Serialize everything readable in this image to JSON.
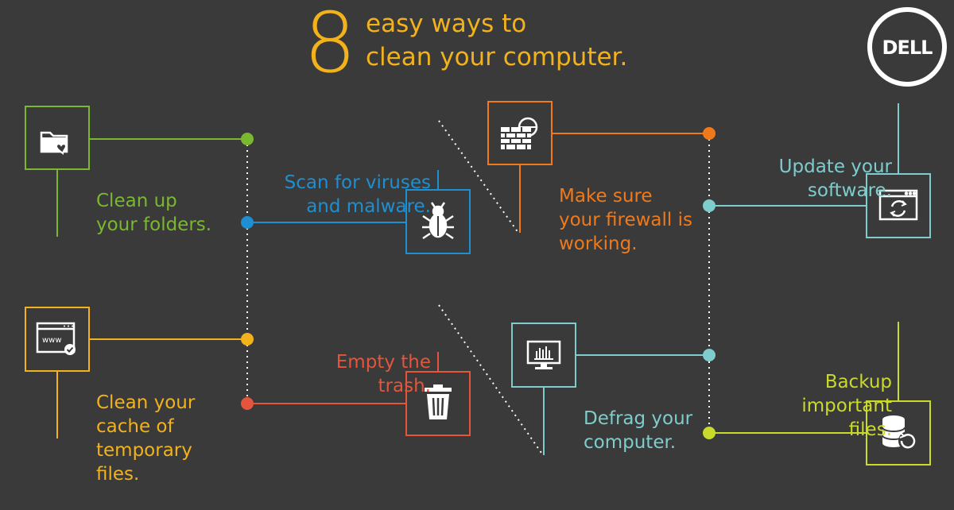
{
  "header": {
    "number": "8",
    "line1": "easy ways to",
    "line2": "clean your computer.",
    "color": "#f2b21b"
  },
  "brand": {
    "logo_text": "DELL"
  },
  "colors": {
    "background": "#3a3a3a",
    "green": "#7ab82f",
    "blue": "#1e8fd0",
    "orange": "#f07a1a",
    "teal": "#7ecccc",
    "yellow": "#f2b21b",
    "red": "#e4553b",
    "lime": "#c9da2a"
  },
  "steps": [
    {
      "id": "folders",
      "lines": [
        "Clean up",
        "your folders."
      ],
      "icon": "folder-heart-icon"
    },
    {
      "id": "viruses",
      "lines": [
        "Scan for viruses",
        "and malware."
      ],
      "icon": "bug-icon"
    },
    {
      "id": "firewall",
      "lines": [
        "Make sure",
        "your firewall is",
        "working."
      ],
      "icon": "firewall-icon"
    },
    {
      "id": "update",
      "lines": [
        "Update your",
        "software."
      ],
      "icon": "window-refresh-icon"
    },
    {
      "id": "cache",
      "lines": [
        "Clean your",
        "cache of",
        "temporary",
        "files."
      ],
      "icon": "www-browser-icon"
    },
    {
      "id": "trash",
      "lines": [
        "Empty the",
        "trash."
      ],
      "icon": "trash-icon"
    },
    {
      "id": "defrag",
      "lines": [
        "Defrag your",
        "computer."
      ],
      "icon": "monitor-chart-icon"
    },
    {
      "id": "backup",
      "lines": [
        "Backup",
        "important",
        "files."
      ],
      "icon": "database-restore-icon"
    }
  ]
}
